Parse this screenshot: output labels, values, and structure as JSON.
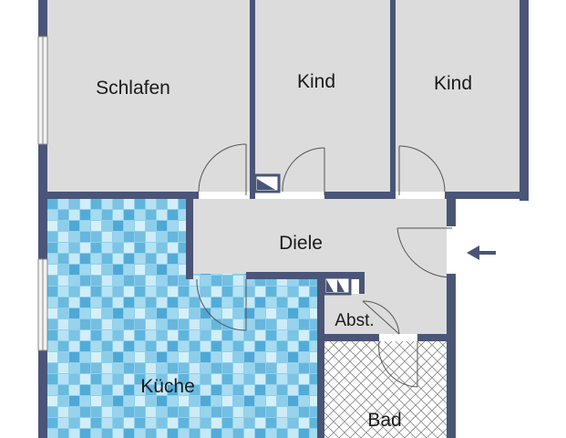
{
  "plan": {
    "colors": {
      "wall": "#4a5577",
      "room": "#dcdcdc",
      "tile_base": "#7fc6e6",
      "window": "#e8e8e8",
      "bath_hatch": "#9a9a9a",
      "door_line": "#555555",
      "arrow": "#4a5577"
    },
    "rooms": {
      "schlafen": "Schlafen",
      "kind1": "Kind",
      "kind2": "Kind",
      "diele": "Diele",
      "abst": "Abst.",
      "kueche": "Küche",
      "bad": "Bad"
    },
    "entrance_icon": "arrow-left-icon"
  }
}
